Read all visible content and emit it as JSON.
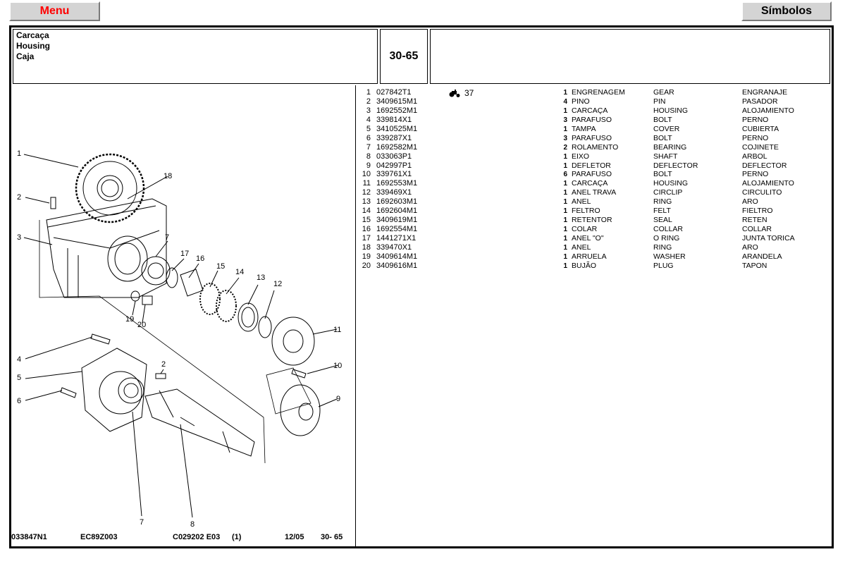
{
  "toolbar": {
    "menu_label": "Menu",
    "symbols_label": "Símbolos"
  },
  "header": {
    "title_pt": "Carcaça",
    "title_en": "Housing",
    "title_es": "Caja",
    "section_code": "30-65"
  },
  "note": {
    "icon": "tractor-icon",
    "value": "37"
  },
  "footer": {
    "doc": "033847N1",
    "ref": "EC89Z003",
    "code": "C029202  E03",
    "paren": "(1)",
    "date": "12/05",
    "page": "30- 65"
  },
  "callouts": [
    "1",
    "2",
    "3",
    "4",
    "5",
    "6",
    "7",
    "8",
    "9",
    "10",
    "11",
    "12",
    "13",
    "14",
    "15",
    "16",
    "17",
    "18",
    "19",
    "20",
    "7",
    "2"
  ],
  "parts": [
    {
      "num": "1",
      "pn": "027842T1",
      "qty": "1",
      "pt": "ENGRENAGEM",
      "en": "GEAR",
      "es": "ENGRANAJE"
    },
    {
      "num": "2",
      "pn": "3409615M1",
      "qty": "4",
      "pt": "PINO",
      "en": "PIN",
      "es": "PASADOR"
    },
    {
      "num": "3",
      "pn": "1692552M1",
      "qty": "1",
      "pt": "CARCAÇA",
      "en": "HOUSING",
      "es": "ALOJAMIENTO"
    },
    {
      "num": "4",
      "pn": "339814X1",
      "qty": "3",
      "pt": "PARAFUSO",
      "en": "BOLT",
      "es": "PERNO"
    },
    {
      "num": "5",
      "pn": "3410525M1",
      "qty": "1",
      "pt": "TAMPA",
      "en": "COVER",
      "es": "CUBIERTA"
    },
    {
      "num": "6",
      "pn": "339287X1",
      "qty": "3",
      "pt": "PARAFUSO",
      "en": "BOLT",
      "es": "PERNO"
    },
    {
      "num": "7",
      "pn": "1692582M1",
      "qty": "2",
      "pt": "ROLAMENTO",
      "en": "BEARING",
      "es": "COJINETE"
    },
    {
      "num": "8",
      "pn": "033063P1",
      "qty": "1",
      "pt": "EIXO",
      "en": "SHAFT",
      "es": "ARBOL"
    },
    {
      "num": "9",
      "pn": "042997P1",
      "qty": "1",
      "pt": "DEFLETOR",
      "en": "DEFLECTOR",
      "es": "DEFLECTOR"
    },
    {
      "num": "10",
      "pn": "339761X1",
      "qty": "6",
      "pt": "PARAFUSO",
      "en": "BOLT",
      "es": "PERNO"
    },
    {
      "num": "11",
      "pn": "1692553M1",
      "qty": "1",
      "pt": "CARCAÇA",
      "en": "HOUSING",
      "es": "ALOJAMIENTO"
    },
    {
      "num": "12",
      "pn": "339469X1",
      "qty": "1",
      "pt": "ANEL TRAVA",
      "en": "CIRCLIP",
      "es": "CIRCULITO"
    },
    {
      "num": "13",
      "pn": "1692603M1",
      "qty": "1",
      "pt": "ANEL",
      "en": "RING",
      "es": "ARO"
    },
    {
      "num": "14",
      "pn": "1692604M1",
      "qty": "1",
      "pt": "FELTRO",
      "en": "FELT",
      "es": "FIELTRO"
    },
    {
      "num": "15",
      "pn": "3409619M1",
      "qty": "1",
      "pt": "RETENTOR",
      "en": "SEAL",
      "es": "RETEN"
    },
    {
      "num": "16",
      "pn": "1692554M1",
      "qty": "1",
      "pt": "COLAR",
      "en": "COLLAR",
      "es": "COLLAR"
    },
    {
      "num": "17",
      "pn": "1441271X1",
      "qty": "1",
      "pt": "ANEL \"O\"",
      "en": "O RING",
      "es": "JUNTA TORICA"
    },
    {
      "num": "18",
      "pn": "339470X1",
      "qty": "1",
      "pt": "ANEL",
      "en": "RING",
      "es": "ARO"
    },
    {
      "num": "19",
      "pn": "3409614M1",
      "qty": "1",
      "pt": "ARRUELA",
      "en": "WASHER",
      "es": "ARANDELA"
    },
    {
      "num": "20",
      "pn": "3409616M1",
      "qty": "1",
      "pt": "BUJÃO",
      "en": "PLUG",
      "es": "TAPON"
    }
  ]
}
